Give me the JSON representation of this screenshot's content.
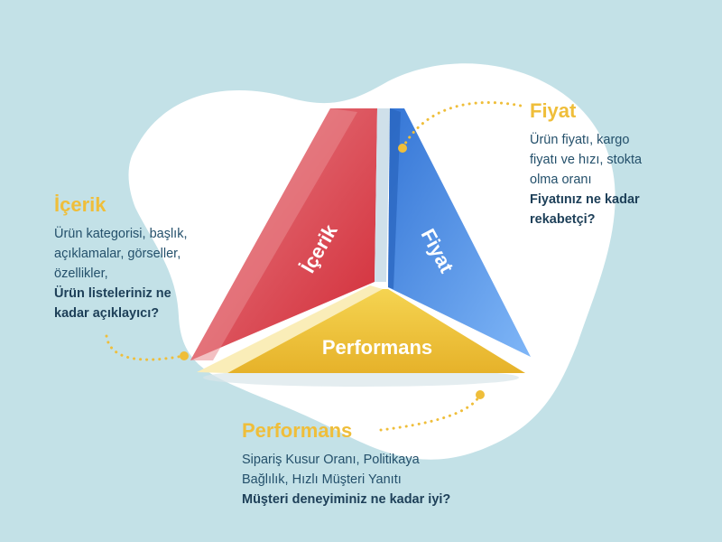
{
  "colors": {
    "background": "#c3e1e7",
    "blob": "#ffffff",
    "accent_yellow": "#efbe3a",
    "text_dark": "#24506b",
    "face_content": "#d6363f",
    "face_price": "#3f86dc",
    "face_performance": "#eec43a"
  },
  "triangle": {
    "content_label": "İçerik",
    "price_label": "Fiyat",
    "performance_label": "Performans"
  },
  "price": {
    "title": "Fiyat",
    "desc_lines": [
      "Ürün fiyatı, kargo",
      "fiyatı ve hızı, stokta",
      "olma oranı"
    ],
    "question_lines": [
      "Fiyatınız ne kadar",
      "rekabetçi?"
    ]
  },
  "content": {
    "title": "İçerik",
    "desc_lines": [
      "Ürün kategorisi, başlık,",
      "açıklamalar, görseller,",
      "özellikler,"
    ],
    "question_lines": [
      "Ürün listeleriniz ne",
      "kadar açıklayıcı?"
    ]
  },
  "performance": {
    "title": "Performans",
    "desc_lines": [
      "Sipariş Kusur Oranı, Politikaya",
      "Bağlılık, Hızlı Müşteri Yanıtı"
    ],
    "question_lines": [
      "Müşteri deneyiminiz ne kadar iyi?"
    ]
  }
}
